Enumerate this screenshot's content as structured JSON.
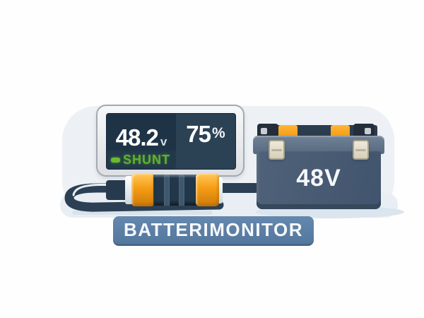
{
  "display": {
    "voltage_value": "48.2",
    "voltage_unit": "v",
    "soc_value": "75",
    "soc_unit": "%",
    "device_label": "SHUNT"
  },
  "battery": {
    "voltage_label": "48V"
  },
  "caption": {
    "label": "BATTERIMONITOR"
  },
  "icons": {
    "shunt_indicator": "green-dash-status-light"
  },
  "colors": {
    "accent_orange": "#F59D15",
    "cable_navy": "#2B4054",
    "screen_dark_panel": "#1E3346",
    "screen_mid_panel": "#2B4255",
    "shunt_green": "#5FB32A",
    "battery_body": "#485B70",
    "battery_lid": "#5F7287",
    "caption_blue": "#5B7EA4",
    "background_blob": "#EDF1F5",
    "clip_beige": "#E5DFCE"
  }
}
